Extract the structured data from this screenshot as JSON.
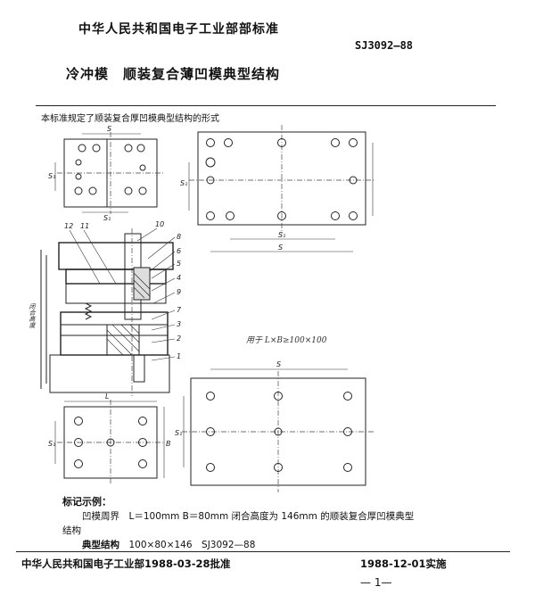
{
  "header": {
    "organization": "中华人民共和国电子工业部部标准",
    "standard_code": "SJ3092—88",
    "title": "冷冲模　顺装复合薄凹模典型结构"
  },
  "intro": "本标准规定了顺装复合厚凹模典型结构的形式",
  "drawing": {
    "dim_s": "S",
    "dim_s1": "S₁",
    "dim_l": "L",
    "dim_b": "B",
    "closed_height": "闭合高度",
    "callouts": [
      "12",
      "11",
      "10",
      "8",
      "6",
      "5",
      "4",
      "9",
      "7",
      "3",
      "2",
      "1"
    ],
    "handwritten_note": "用于 L×B≥100×100"
  },
  "example": {
    "heading": "标记示例：",
    "line1": "凹模周界　L＝100mm B＝80mm 闭合高度为 146mm 的顺装复合厚凹模典型",
    "line2": "结构",
    "line3_label": "典型结构",
    "line3_value": "100×80×146　SJ3092—88"
  },
  "footer": {
    "approval": "中华人民共和国电子工业部1988-03-28批准",
    "implementation": "1988-12-01实施",
    "page_number": "— 1—"
  }
}
